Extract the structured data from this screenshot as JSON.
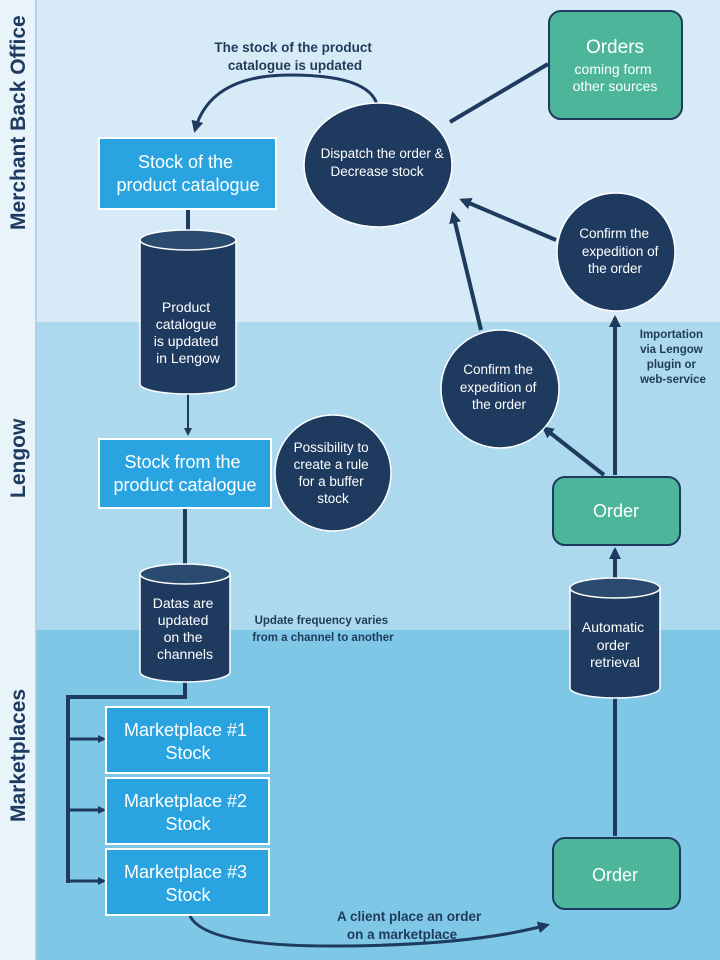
{
  "lanes": {
    "merchant": "Merchant Back Office",
    "lengow": "Lengow",
    "marketplaces": "Marketplaces"
  },
  "nodes": {
    "stock_catalogue": [
      "Stock of the",
      "product catalogue"
    ],
    "product_updated": [
      "Product",
      "catalogue",
      "is updated",
      "in Lengow"
    ],
    "stock_from_catalogue": [
      "Stock from the",
      "product catalogue"
    ],
    "buffer_rule": [
      "Possibility to",
      "create a rule",
      "for a buffer",
      "stock"
    ],
    "datas_updated": [
      "Datas are",
      "updated",
      "on the",
      "channels"
    ],
    "marketplace_1": [
      "Marketplace #1",
      "Stock"
    ],
    "marketplace_2": [
      "Marketplace #2",
      "Stock"
    ],
    "marketplace_3": [
      "Marketplace #3",
      "Stock"
    ],
    "dispatch": [
      "Dispatch the order &",
      "Decrease stock"
    ],
    "orders_other": {
      "title": "Orders",
      "sub": [
        "coming form",
        "other sources"
      ]
    },
    "confirm_upper": [
      "Confirm the",
      "expedition of",
      "the order"
    ],
    "confirm_lower": [
      "Confirm the",
      "expedition of",
      "the order"
    ],
    "order_lengow": "Order",
    "auto_retrieval": [
      "Automatic",
      "order",
      "retrieval"
    ],
    "order_marketplace": "Order"
  },
  "notes": {
    "stock_updated": [
      "The stock of the product",
      "catalogue is  updated"
    ],
    "update_frequency": [
      "Update frequency varies",
      "from a channel to another"
    ],
    "importation": [
      "Importation",
      "via Lengow",
      "plugin or",
      "web-service"
    ],
    "client_order": [
      "A  client place an order",
      "on a marketplace"
    ]
  },
  "colors": {
    "lane_merchant": "#d6ebf7",
    "lane_lengow": "#acd9ee",
    "lane_marketplaces": "#7fc7e6",
    "lane_label_bg": "#e8f3fa",
    "blue_box": "#2aa4e0",
    "navy": "#1e3a5f",
    "green": "#4db69a",
    "text_dark": "#1f3b5a"
  }
}
